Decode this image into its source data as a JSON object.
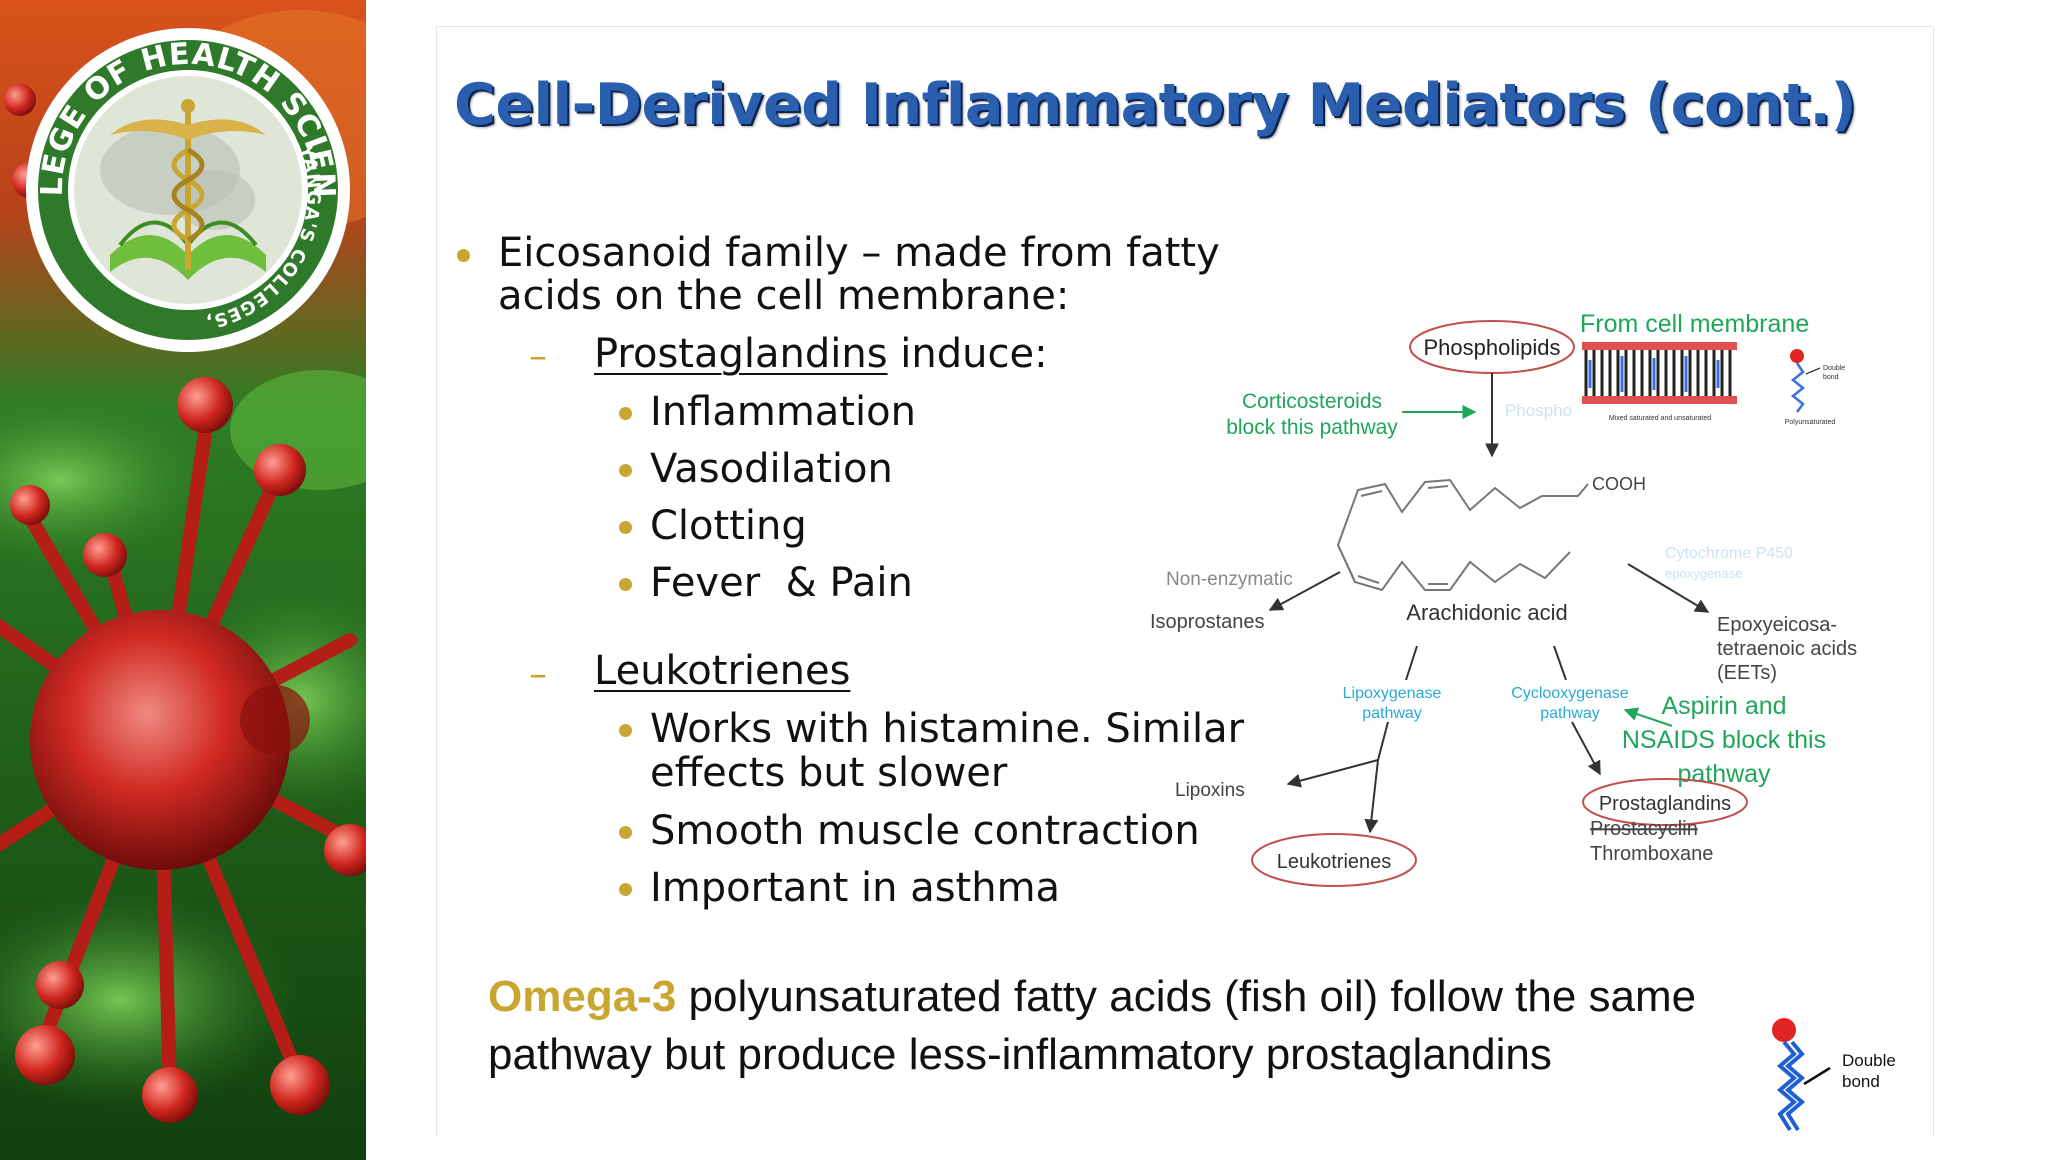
{
  "logo": {
    "arc_text": "COLLEGE OF HEALTH SCIENCES",
    "arc_text_right": "DR. YANGA'S COLLEGES, INC."
  },
  "slide": {
    "title": "Cell-Derived Inflammatory Mediators (cont.)",
    "bullet_main": [
      "Eicosanoid family – made from fatty",
      "acids on the cell membrane:"
    ],
    "prostaglandins": {
      "heading_underlined": "Prostaglandins",
      "heading_rest": " induce:",
      "items": [
        "Inflammation",
        "Vasodilation",
        "Clotting",
        "Fever  & Pain"
      ]
    },
    "leukotrienes": {
      "heading": "Leukotrienes",
      "items": [
        [
          "Works with histamine. Similar",
          "effects but slower"
        ],
        [
          "Smooth muscle contraction"
        ],
        [
          "Important in asthma"
        ]
      ]
    },
    "footer": {
      "highlight": "Omega-3",
      "line1_rest": " polyunsaturated fatty acids (fish oil) follow the same",
      "line2": "pathway but produce less-inflammatory prostaglandins",
      "double_bond_label": [
        "Double",
        "bond"
      ]
    }
  },
  "diagram": {
    "from_cell_membrane": "From cell membrane",
    "phospholipids": "Phospholipids",
    "corticosteroids": [
      "Corticosteroids",
      "block this pathway"
    ],
    "faint_phospho": "Phospho",
    "membrane_caption": "Mixed saturated and unsaturated",
    "poly_caption": "Polyunsaturated",
    "small_double_bond": [
      "Double",
      "bond"
    ],
    "cooh": "COOH",
    "non_enzymatic": "Non-enzymatic",
    "cytochrome": [
      "Cytochrome P450",
      "epoxygenase"
    ],
    "isoprostanes": "Isoprostanes",
    "arachidonic_acid": "Arachidonic acid",
    "eets": [
      "Epoxyeicosa-",
      "tetraenoic acids",
      "(EETs)"
    ],
    "lipoxygenase": [
      "Lipoxygenase",
      "pathway"
    ],
    "cyclooxygenase": [
      "Cyclooxygenase",
      "pathway"
    ],
    "aspirin": [
      "Aspirin and",
      "NSAIDS block this",
      "pathway"
    ],
    "lipoxins": "Lipoxins",
    "leukotrienes": "Leukotrienes",
    "prostaglandins": "Prostaglandins",
    "prostacyclin": "Prostacyclin",
    "thromboxane": "Thromboxane"
  },
  "colors": {
    "title_blue": "#2a5fb0",
    "gold": "#c9a531",
    "diagram_green": "#1fa65a",
    "pathway_cyan": "#29a9d6",
    "oval_red": "#c0504d"
  }
}
